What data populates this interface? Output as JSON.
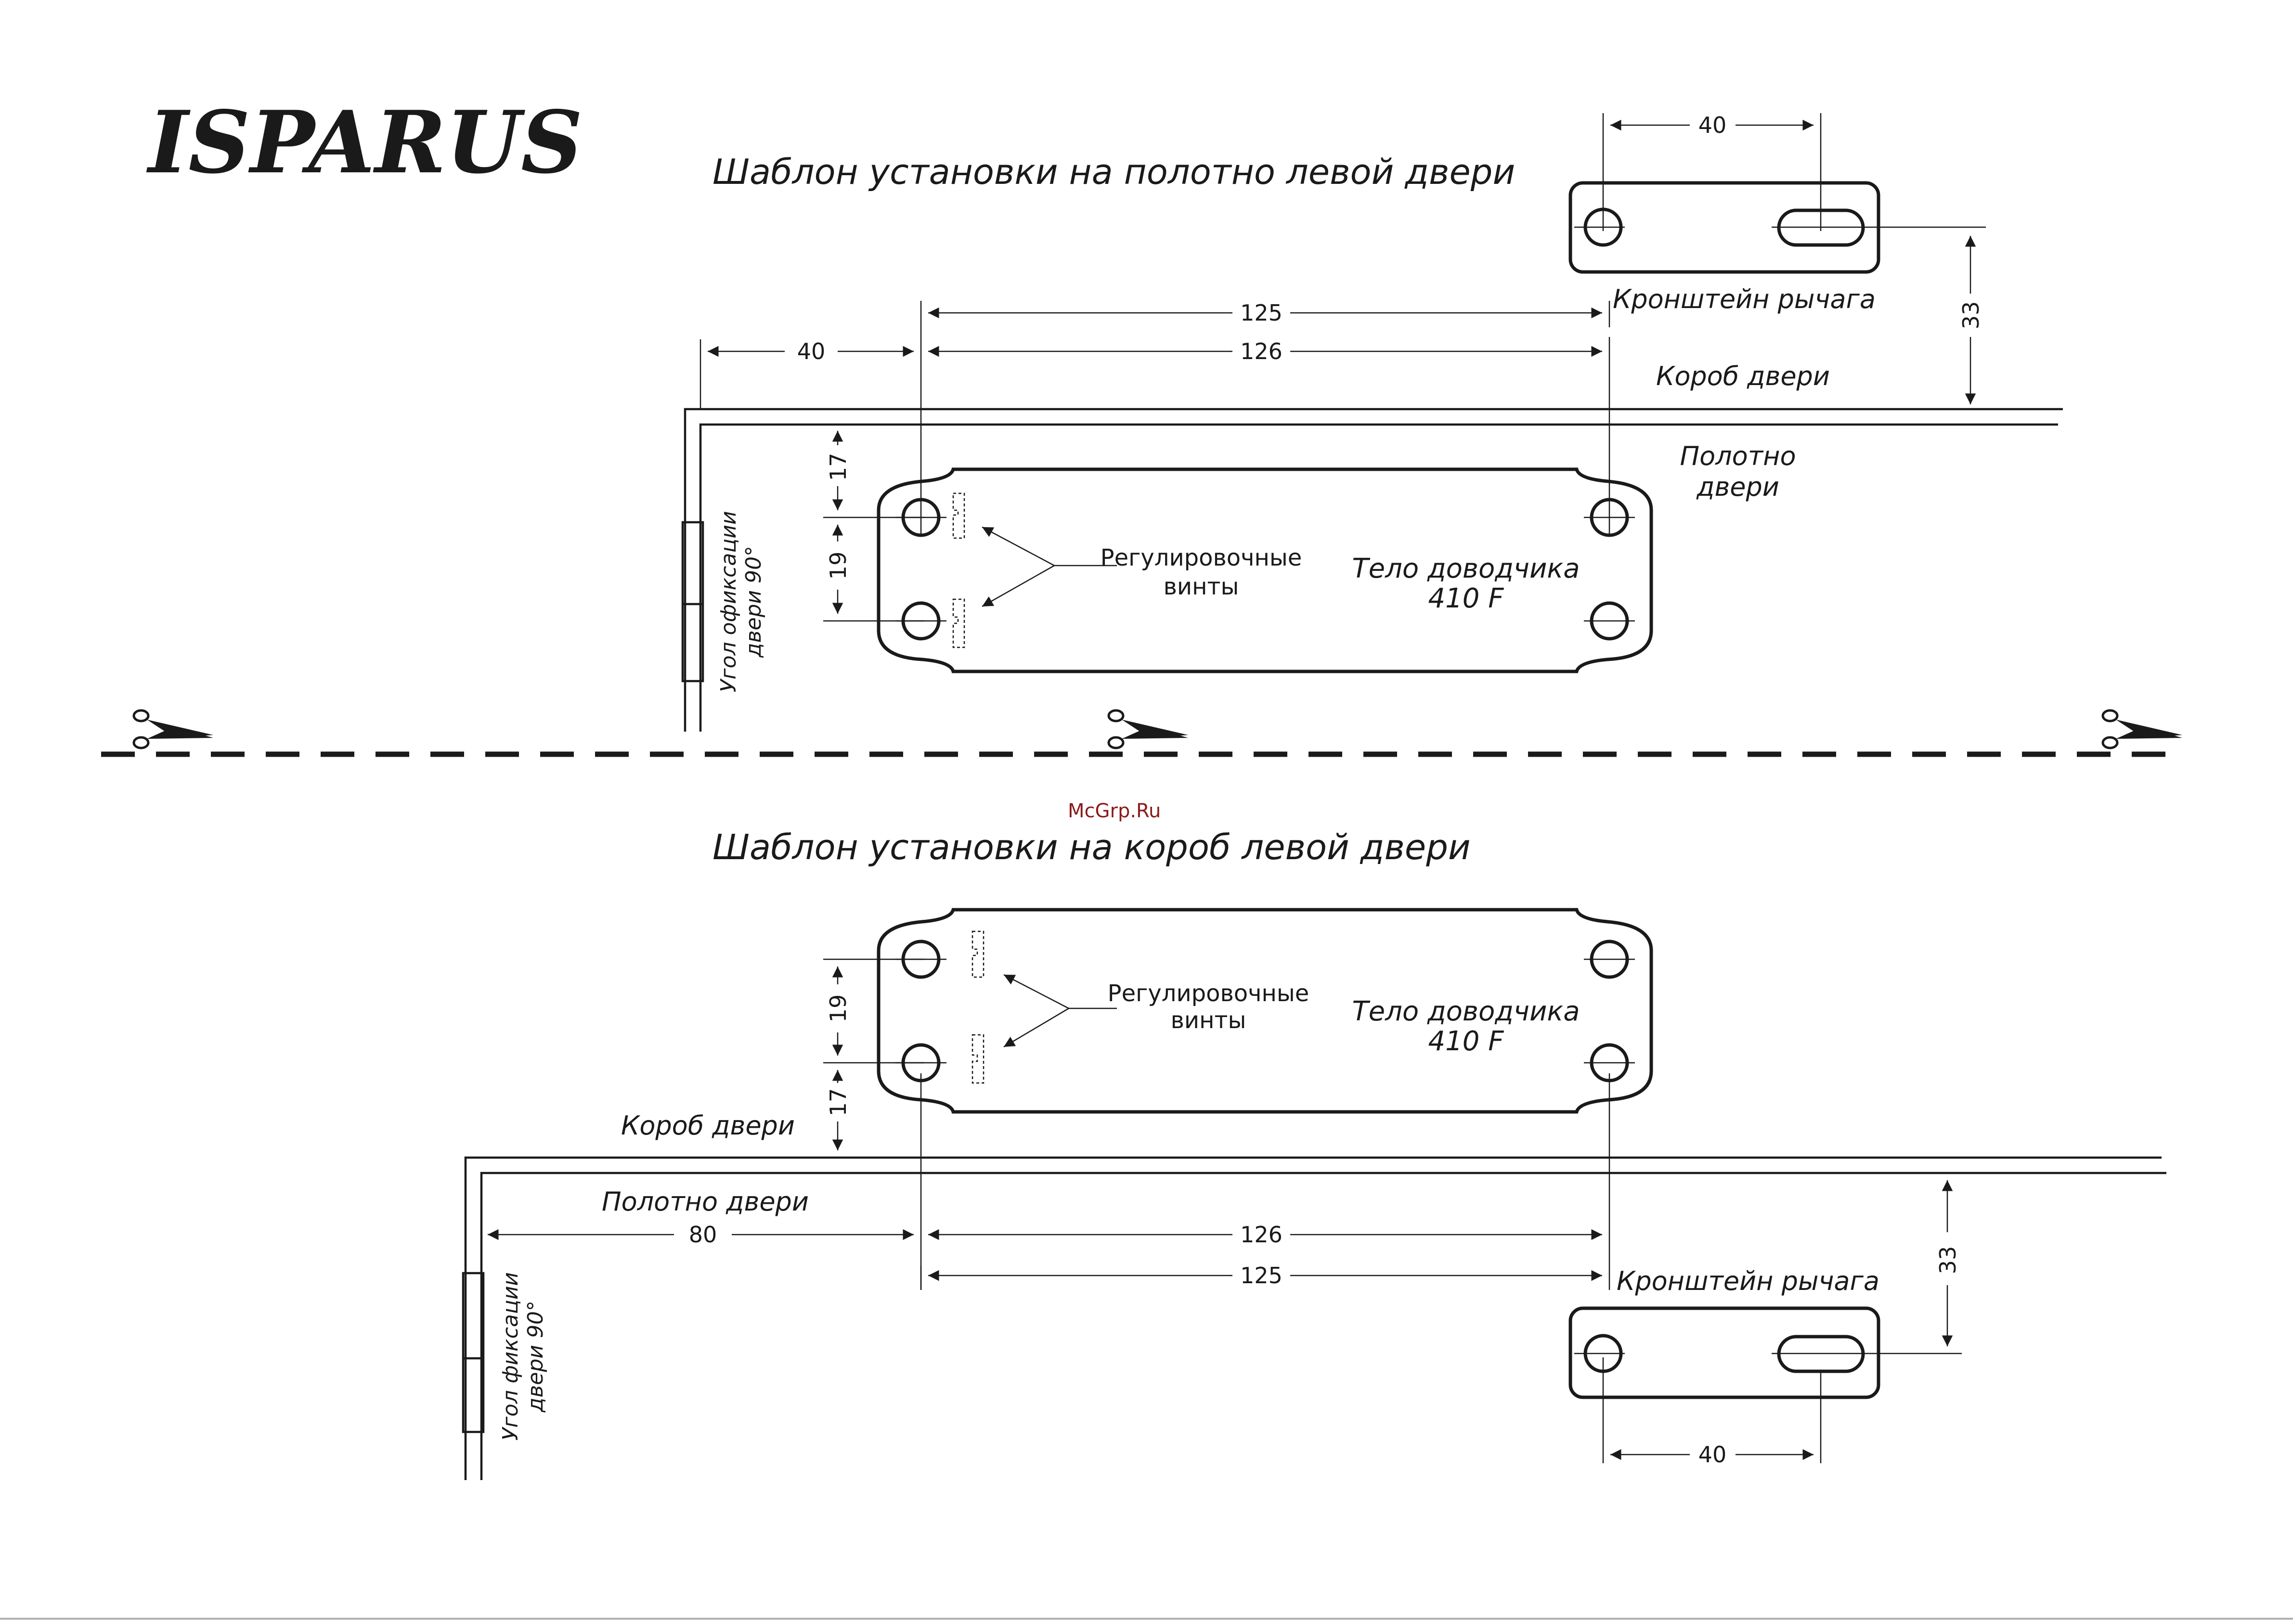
{
  "logo": {
    "text": "ISPARUS"
  },
  "watermark": "McGrp.Ru",
  "top_section": {
    "title": "Шаблон установки на полотно левой двери",
    "bracket_label": "Кронштейн рычага",
    "frame_label": "Короб двери",
    "door_label_line1": "Полотно",
    "door_label_line2": "двери",
    "screws_line1": "Регулировочные",
    "screws_line2": "винты",
    "body_line1": "Тело доводчика",
    "body_line2": "410 F",
    "angle_line1": "Угол офиксации",
    "angle_line2": "двери 90°",
    "dims": {
      "bracket_width": "40",
      "bracket_to_frame": "33",
      "holes_125": "125",
      "holes_126": "126",
      "hinge_offset": "40",
      "edge_17": "17",
      "spacing_19": "19"
    }
  },
  "bottom_section": {
    "title": "Шаблон установки на короб левой двери",
    "bracket_label": "Кронштейн рычага",
    "frame_label": "Короб двери",
    "door_label": "Полотно двери",
    "screws_line1": "Регулировочные",
    "screws_line2": "винты",
    "body_line1": "Тело доводчика",
    "body_line2": "410 F",
    "angle_line1": "Угол фиксации",
    "angle_line2": "двери 90°",
    "dims": {
      "bracket_width": "40",
      "bracket_to_frame": "33",
      "holes_125": "125",
      "holes_126": "126",
      "hinge_offset": "80",
      "edge_17": "17",
      "spacing_19": "19"
    }
  },
  "icons": [
    "scissors-icon",
    "scissors-icon",
    "scissors-icon"
  ]
}
